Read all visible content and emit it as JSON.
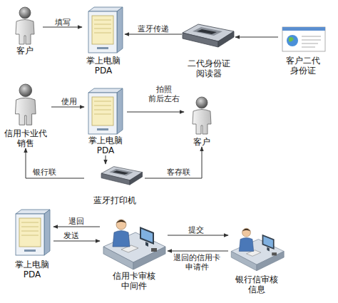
{
  "diagram": {
    "nodes": [
      {
        "text": [
          "客户"
        ]
      },
      {
        "text": [
          "掌上电脑 PDA"
        ]
      },
      {
        "text": [
          "二代身份证 阅读器"
        ]
      },
      {
        "text": [
          "客户二代 身份证"
        ]
      },
      {
        "text": [
          "信用卡业代 销售"
        ]
      },
      {
        "text": [
          "掌上电脑 PDA"
        ]
      },
      {
        "text": [
          "客户"
        ]
      },
      {
        "text": [
          "蓝牙打印机"
        ]
      },
      {
        "text": [
          "掌上电脑 PDA"
        ]
      },
      {
        "text": [
          "信用卡审核 中间件"
        ]
      },
      {
        "text": [
          "银行信审核 信息"
        ]
      }
    ],
    "edges": [
      {
        "from": 0,
        "to": 1,
        "arrow": "to",
        "label": "填写"
      },
      {
        "from": 2,
        "to": 1,
        "arrow": "to",
        "label": "蓝牙传递"
      },
      {
        "from": 3,
        "to": 2,
        "arrow": "to"
      },
      {
        "from": 4,
        "to": 5,
        "arrow": "to",
        "label": "使用"
      },
      {
        "from": 5,
        "to": 6,
        "arrow": "to",
        "label": "拍照 前后左右"
      },
      {
        "from": 5,
        "to": 7,
        "arrow": "to"
      },
      {
        "from": 7,
        "to": 4,
        "arrow": "to",
        "label": "银行联"
      },
      {
        "from": 7,
        "to": 6,
        "arrow": "to",
        "label": "客存联"
      },
      {
        "from": 9,
        "to": 8,
        "arrow": "to",
        "label": "退回"
      },
      {
        "from": 8,
        "to": 9,
        "arrow": "to",
        "label": "发送"
      },
      {
        "from": 9,
        "to": 10,
        "arrow": "to",
        "label": "提交"
      },
      {
        "from": 10,
        "to": 9,
        "arrow": "to",
        "label": "退回的信用卡 申请件"
      }
    ]
  }
}
